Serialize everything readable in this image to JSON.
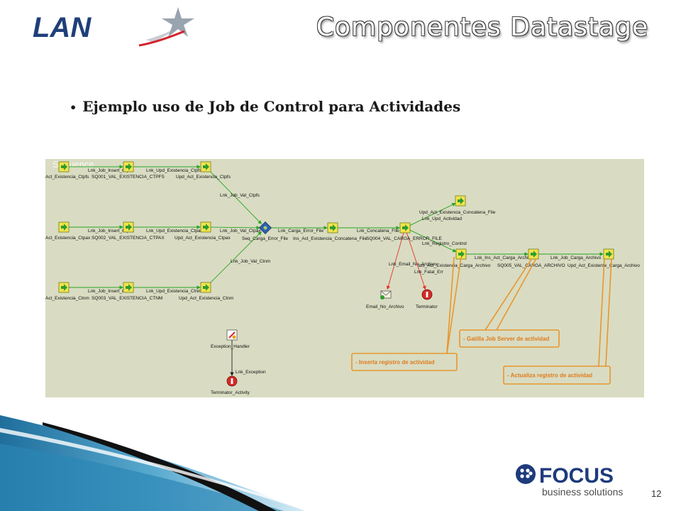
{
  "slide": {
    "logo_lan": "LAN",
    "title": "Componentes Datastage",
    "bullet": "Ejemplo uso de Job de Control para Actividades",
    "logo_focus": "FOCUS",
    "logo_focus_sub": "business solutions",
    "page_number": "12"
  },
  "diagram": {
    "watermark": "Sequence",
    "stages": [
      {
        "id": "s1",
        "kind": "job",
        "label": "Act_Existencia_Ctpfs"
      },
      {
        "id": "s2",
        "kind": "job",
        "label": "SQ001_VAL_EXISTENCIA_CTPFS"
      },
      {
        "id": "s3",
        "kind": "job",
        "label": "Upd_Act_Existencia_Ctpfs"
      },
      {
        "id": "s4",
        "kind": "job",
        "label": "Act_Existencia_Ctpax"
      },
      {
        "id": "s5",
        "kind": "job",
        "label": "SQ002_VAL_EXISTENCIA_CTPAX"
      },
      {
        "id": "s6",
        "kind": "job",
        "label": "Upd_Act_Existencia_Ctpax"
      },
      {
        "id": "s7",
        "kind": "job",
        "label": "Act_Existencia_Ctnm"
      },
      {
        "id": "s8",
        "kind": "job",
        "label": "SQ003_VAL_EXISTENCIA_CTNM"
      },
      {
        "id": "s9",
        "kind": "job",
        "label": "Upd_Act_Existencia_Ctnm"
      },
      {
        "id": "s10",
        "kind": "seq",
        "label": "Seq_Carga_Error_File"
      },
      {
        "id": "s11",
        "kind": "job",
        "label": "Ins_Act_Existencia_Concatena_File"
      },
      {
        "id": "s12",
        "kind": "job",
        "label": "SQ004_VAL_CARGA_ERROR_FILE"
      },
      {
        "id": "s13",
        "kind": "job",
        "label": "Upd_Act_Existencia_Concatena_File"
      },
      {
        "id": "s14",
        "kind": "job",
        "label": "Ins_Act_Existencia_Carga_Archivo"
      },
      {
        "id": "s15",
        "kind": "job",
        "label": "SQ005_VAL_CARGA_ARCHIVO"
      },
      {
        "id": "s16",
        "kind": "job",
        "label": "Upd_Act_Existente_Carga_Archivo"
      },
      {
        "id": "s17",
        "kind": "email",
        "label": "Email_No_Archivo"
      },
      {
        "id": "s18",
        "kind": "term",
        "label": "Terminator"
      },
      {
        "id": "s19",
        "kind": "handler",
        "label": "Exception_Handler"
      },
      {
        "id": "s20",
        "kind": "term",
        "label": "Terminator_Activity"
      }
    ],
    "links": [
      {
        "from": "s1",
        "to": "s2",
        "label": "Lnk_Job_Insert_Ctpfs",
        "color": "green"
      },
      {
        "from": "s2",
        "to": "s3",
        "label": "Lnk_Upd_Existencia_Ctpfs",
        "color": "green"
      },
      {
        "from": "s3",
        "to": "s10",
        "label": "Lnk_Job_Val_Ctpfs",
        "color": "green"
      },
      {
        "from": "s4",
        "to": "s5",
        "label": "Lnk_Job_Insert_Ctpax",
        "color": "green"
      },
      {
        "from": "s5",
        "to": "s6",
        "label": "Lnk_Upd_Existencia_Ctpax",
        "color": "green"
      },
      {
        "from": "s6",
        "to": "s10",
        "label": "Lnk_Job_Val_Ctpax",
        "color": "green"
      },
      {
        "from": "s7",
        "to": "s8",
        "label": "Lnk_Job_Insert_Ctnm",
        "color": "green"
      },
      {
        "from": "s8",
        "to": "s9",
        "label": "Lnk_Upd_Existencia_Ctnm",
        "color": "green"
      },
      {
        "from": "s9",
        "to": "s10",
        "label": "Lnk_Job_Val_Ctnm",
        "color": "green"
      },
      {
        "from": "s10",
        "to": "s11",
        "label": "Lnk_Carga_Error_File",
        "color": "green"
      },
      {
        "from": "s11",
        "to": "s12",
        "label": "Lnk_Concatena_File",
        "color": "green"
      },
      {
        "from": "s12",
        "to": "s13",
        "label": "Lnk_Upd_Actividad",
        "color": "green"
      },
      {
        "from": "s12",
        "to": "s14",
        "label": "Lnk_Registro_Control",
        "color": "green"
      },
      {
        "from": "s12",
        "to": "s17",
        "label": "Lnk_Email_No_Archivo",
        "color": "red"
      },
      {
        "from": "s12",
        "to": "s18",
        "label": "Lnk_Fatal_Err",
        "color": "red"
      },
      {
        "from": "s14",
        "to": "s15",
        "label": "Lnk_Ins_Act_Carga_Archivo",
        "color": "green"
      },
      {
        "from": "s15",
        "to": "s16",
        "label": "Lnk_Job_Carga_Archivo",
        "color": "green"
      },
      {
        "from": "s19",
        "to": "s20",
        "label": "Lnk_Exception",
        "color": "black"
      }
    ],
    "callouts": [
      {
        "id": "c1",
        "text": "- Inserta registro de actividad",
        "target": "s14"
      },
      {
        "id": "c2",
        "text": "- Gatilla Job Server de actividad",
        "target": "s15"
      },
      {
        "id": "c3",
        "text": "- Actualiza registro de actividad",
        "target": "s16"
      }
    ],
    "colors": {
      "background": "#d9dcc2",
      "link_ok": "#27a327",
      "link_error": "#e53030",
      "callout": "#e8962e"
    }
  }
}
